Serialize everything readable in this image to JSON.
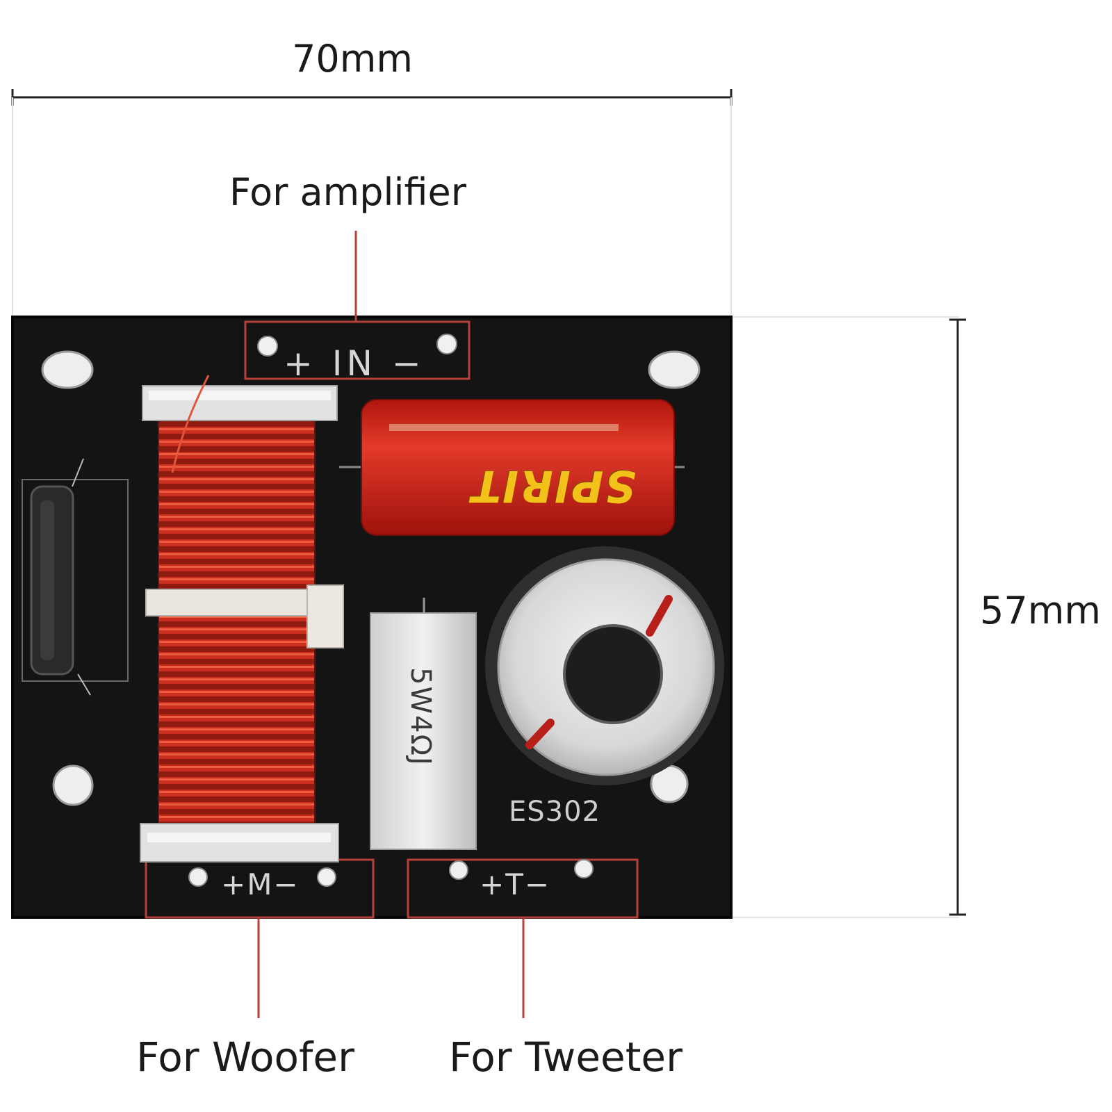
{
  "dimensions": {
    "width_label": "70mm",
    "height_label": "57mm"
  },
  "connections": {
    "input_label": "For amplifier",
    "woofer_label": "For Woofer",
    "tweeter_label": "For Tweeter"
  },
  "board": {
    "input_silk": "+ IN −",
    "woofer_silk": "+M−",
    "tweeter_silk": "+T−",
    "model": "ES302",
    "capacitor_brand": "SPIRIT",
    "resistor_marking": "5W4ΩJ"
  },
  "colors": {
    "board": "#141414",
    "coil_copper": "#b3261a",
    "capacitor": "#cc1e14",
    "callout_line": "#b5413a",
    "silkscreen": "#d6d6d6"
  }
}
